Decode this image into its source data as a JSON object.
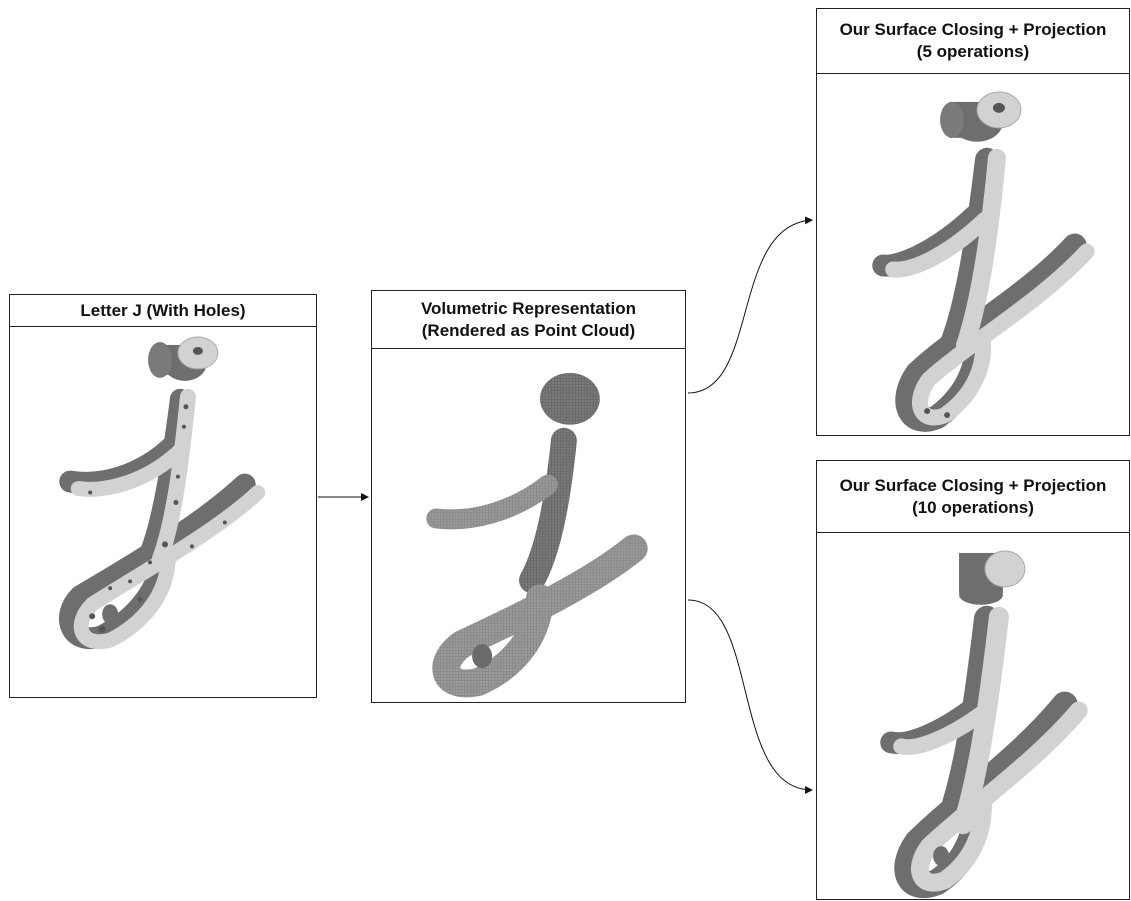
{
  "panels": [
    {
      "id": "input",
      "title_lines": [
        "Letter J (With Holes)"
      ]
    },
    {
      "id": "volumetric",
      "title_lines": [
        "Volumetric Representation",
        "(Rendered as Point Cloud)"
      ]
    },
    {
      "id": "closing5",
      "title_lines": [
        "Our Surface Closing + Projection",
        "(5 operations)"
      ]
    },
    {
      "id": "closing10",
      "title_lines": [
        "Our Surface Closing + Projection",
        "(10 operations)"
      ]
    }
  ],
  "colors": {
    "border": "#222222",
    "shape_face": "#d2d2d2",
    "shape_side": "#6e6e6e",
    "hole": "#555555"
  }
}
